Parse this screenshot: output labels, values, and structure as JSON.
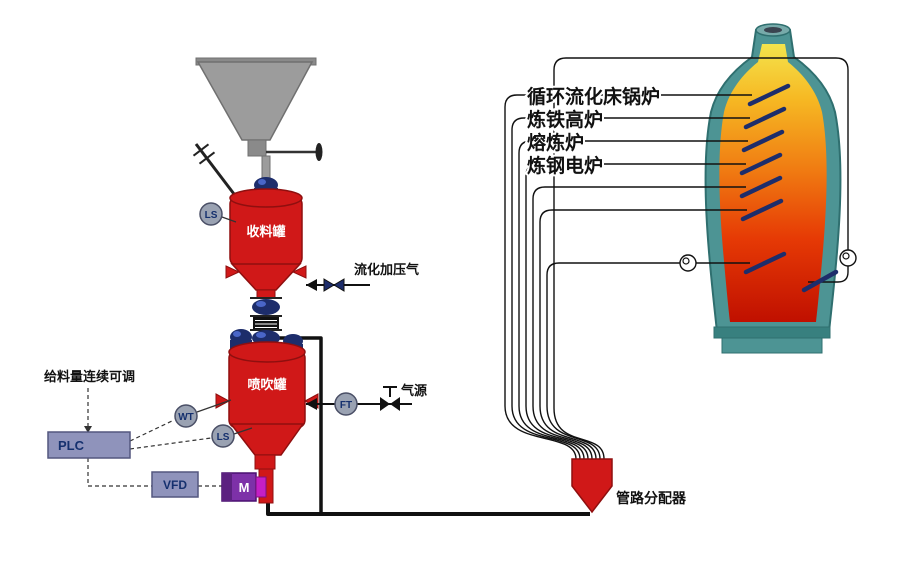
{
  "diagram": {
    "equipment": {
      "receiving_tank": "收料罐",
      "injection_tank": "喷吹罐",
      "distributor": "管路分配器"
    },
    "controls": {
      "plc": "PLC",
      "vfd": "VFD",
      "motor": "M"
    },
    "instruments": {
      "level_switch_top": "LS",
      "level_switch_bottom": "LS",
      "weight_transmitter": "WT",
      "flow_transmitter": "FT"
    },
    "streams": {
      "fluidization_gas": "流化加压气",
      "gas_source": "气源"
    },
    "notes": {
      "feed_adjustable": "给料量连续可调"
    },
    "applications": [
      "循环流化床锅炉",
      "炼铁高炉",
      "熔炼炉",
      "炼钢电炉"
    ],
    "colors": {
      "tank_red": "#d01818",
      "valve_navy": "#1d2d6b",
      "furnace_teal": "#4d9494",
      "flame_top": "#f4e44c",
      "flame_bottom": "#c01000",
      "panel_gray": "#8f93bb",
      "motor_purple": "#7d31a8"
    }
  }
}
